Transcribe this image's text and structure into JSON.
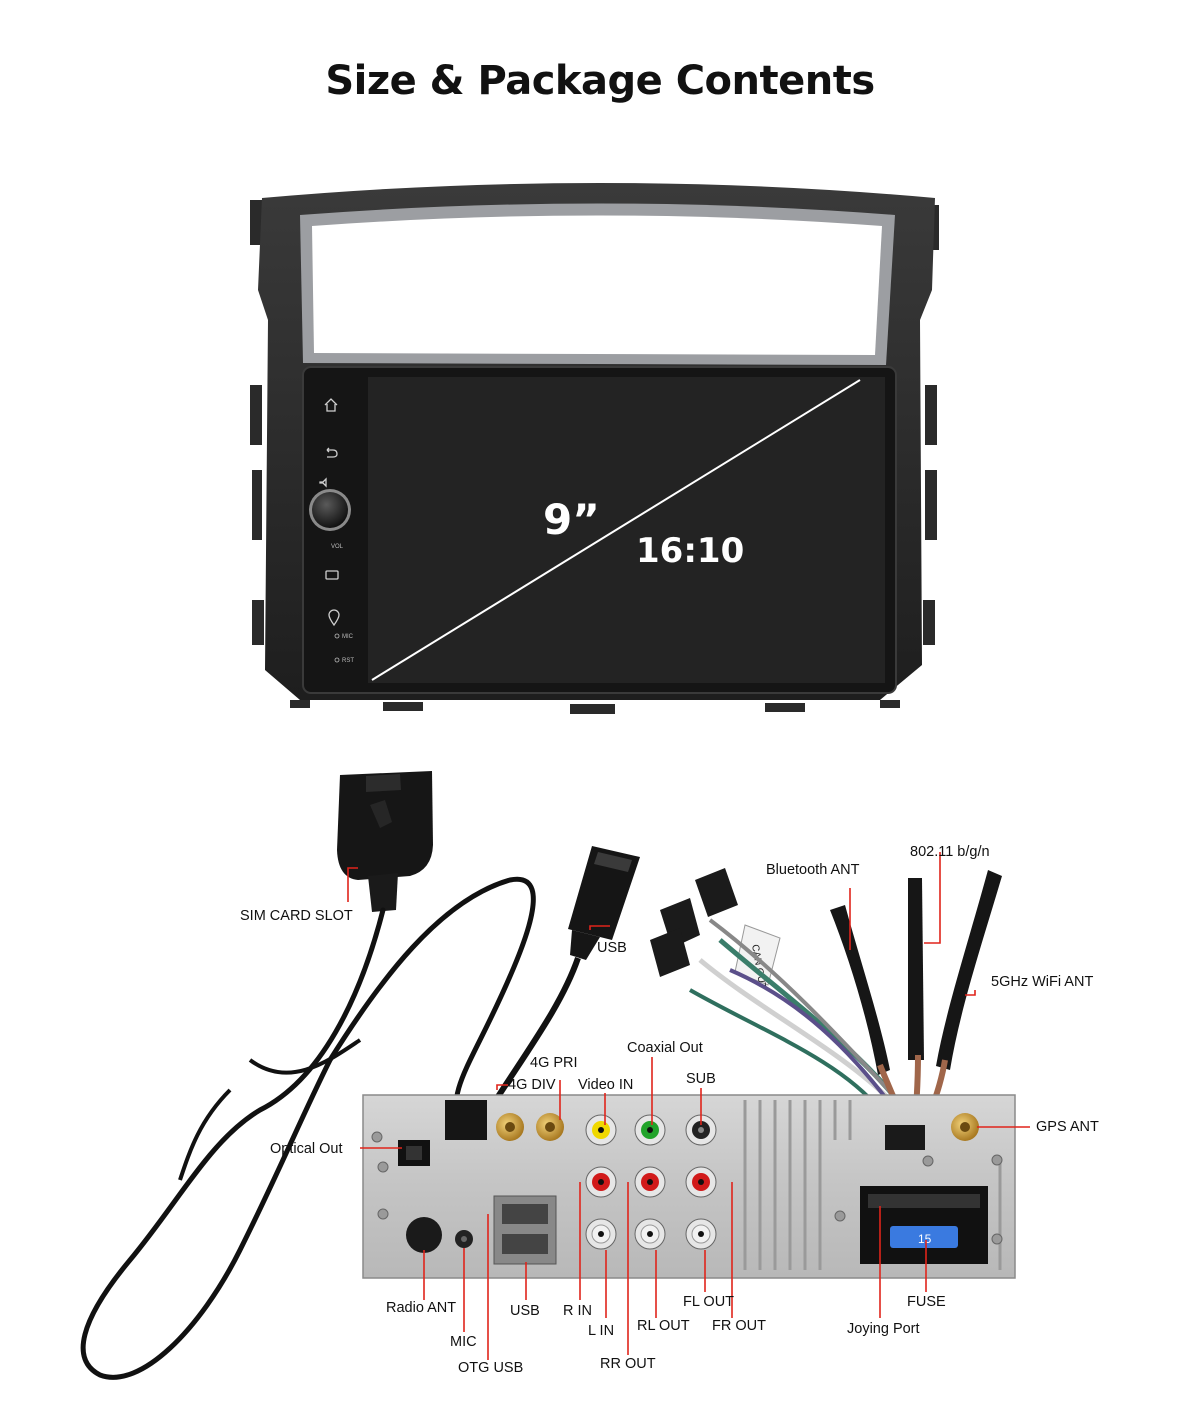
{
  "title": "Size & Package Contents",
  "screen": {
    "size": "9”",
    "ratio": "16:10",
    "side_labels": [
      "VOL",
      "MIC",
      "RST"
    ]
  },
  "cables": {
    "can_label": "CAN OUT"
  },
  "labels": {
    "sim_card_slot": "SIM CARD SLOT",
    "usb_cable": "USB",
    "bluetooth_ant": "Bluetooth ANT",
    "wifi_80211": "802.11 b/g/n",
    "wifi_5ghz": "5GHz WiFi ANT",
    "coaxial_out": "Coaxial Out",
    "g4_pri": "4G PRI",
    "g4_div": "4G DIV",
    "video_in": "Video IN",
    "sub": "SUB",
    "gps_ant": "GPS ANT",
    "optical_out": "Optical Out",
    "radio_ant": "Radio ANT",
    "usb_port": "USB",
    "mic": "MIC",
    "otg_usb": "OTG USB",
    "r_in": "R IN",
    "l_in": "L IN",
    "rr_out": "RR OUT",
    "rl_out": "RL OUT",
    "fl_out": "FL OUT",
    "fr_out": "FR OUT",
    "joying_port": "Joying Port",
    "fuse": "FUSE",
    "fuse_value": "15"
  }
}
